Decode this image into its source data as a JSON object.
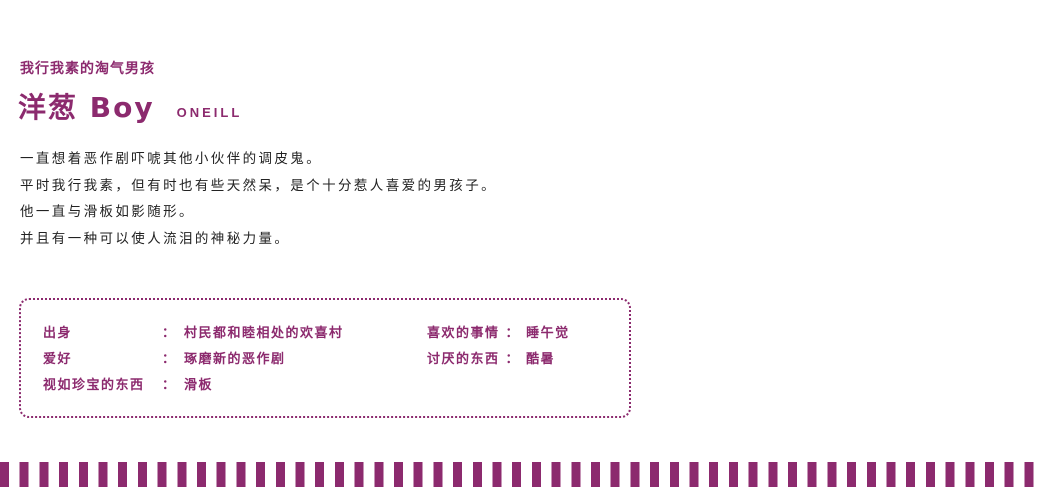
{
  "profile": {
    "subtitle": "我行我素的淘气男孩",
    "name": "洋葱 Boy",
    "english_name": "ONEILL",
    "description": [
      "一直想着恶作剧吓唬其他小伙伴的调皮鬼。",
      "平时我行我素，但有时也有些天然呆，是个十分惹人喜爱的男孩子。",
      "他一直与滑板如影随形。",
      "并且有一种可以使人流泪的神秘力量。"
    ]
  },
  "info": {
    "colon": "：",
    "birthplace_label": "出身",
    "birthplace_value": "村民都和睦相处的欢喜村",
    "hobby_label": "爱好",
    "hobby_value": "琢磨新的恶作剧",
    "treasure_label": "视如珍宝的东西",
    "treasure_value": "滑板",
    "likes_label": "喜欢的事情",
    "likes_value": "睡午觉",
    "dislikes_label": "讨厌的东西",
    "dislikes_value": "酷暑"
  },
  "colors": {
    "accent": "#8c2a6e",
    "text": "#222222"
  }
}
